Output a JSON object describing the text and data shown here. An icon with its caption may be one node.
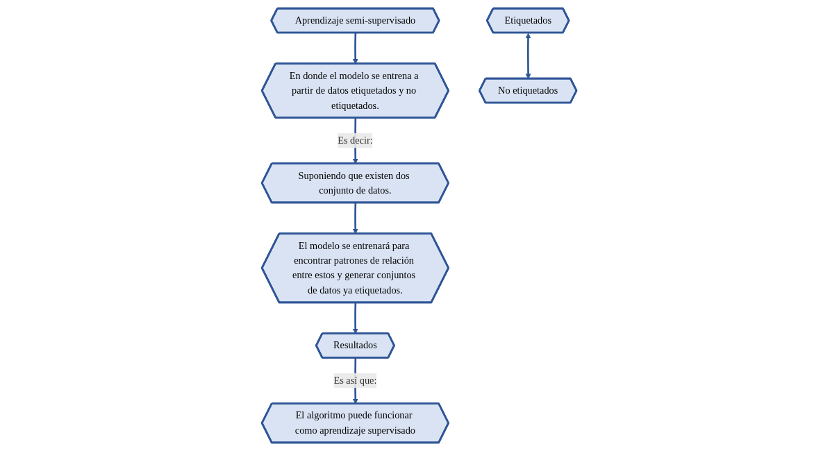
{
  "diagram": {
    "nodes": [
      {
        "text": [
          "Aprendizaje semi-supervisado"
        ]
      },
      {
        "text": [
          "En donde el modelo se entrena a partir de datos etiquetados y no etiquetados."
        ]
      },
      {
        "text": [
          "Suponiendo que existen dos conjunto de datos."
        ]
      },
      {
        "text": [
          "Etiquetados"
        ]
      },
      {
        "text": [
          "No etiquetados"
        ]
      },
      {
        "text": [
          "El modelo se entrenará para encontrar patrones de relación entre estos y generar conjuntos de datos ya etiquetados."
        ]
      },
      {
        "text": [
          "Resultados"
        ]
      },
      {
        "text": [
          "El algoritmo puede funcionar como aprendizaje supervisado"
        ]
      }
    ],
    "edges": [
      {
        "from": 0,
        "to": 1,
        "arrow": "to"
      },
      {
        "from": 1,
        "to": 2,
        "arrow": "to",
        "label": "Es decir:"
      },
      {
        "from": 2,
        "to": 5,
        "arrow": "to"
      },
      {
        "from": 3,
        "to": 4,
        "arrow": "both"
      },
      {
        "from": 5,
        "to": 6,
        "arrow": "to"
      },
      {
        "from": 6,
        "to": 7,
        "arrow": "to",
        "label": "Es así que:"
      }
    ]
  }
}
